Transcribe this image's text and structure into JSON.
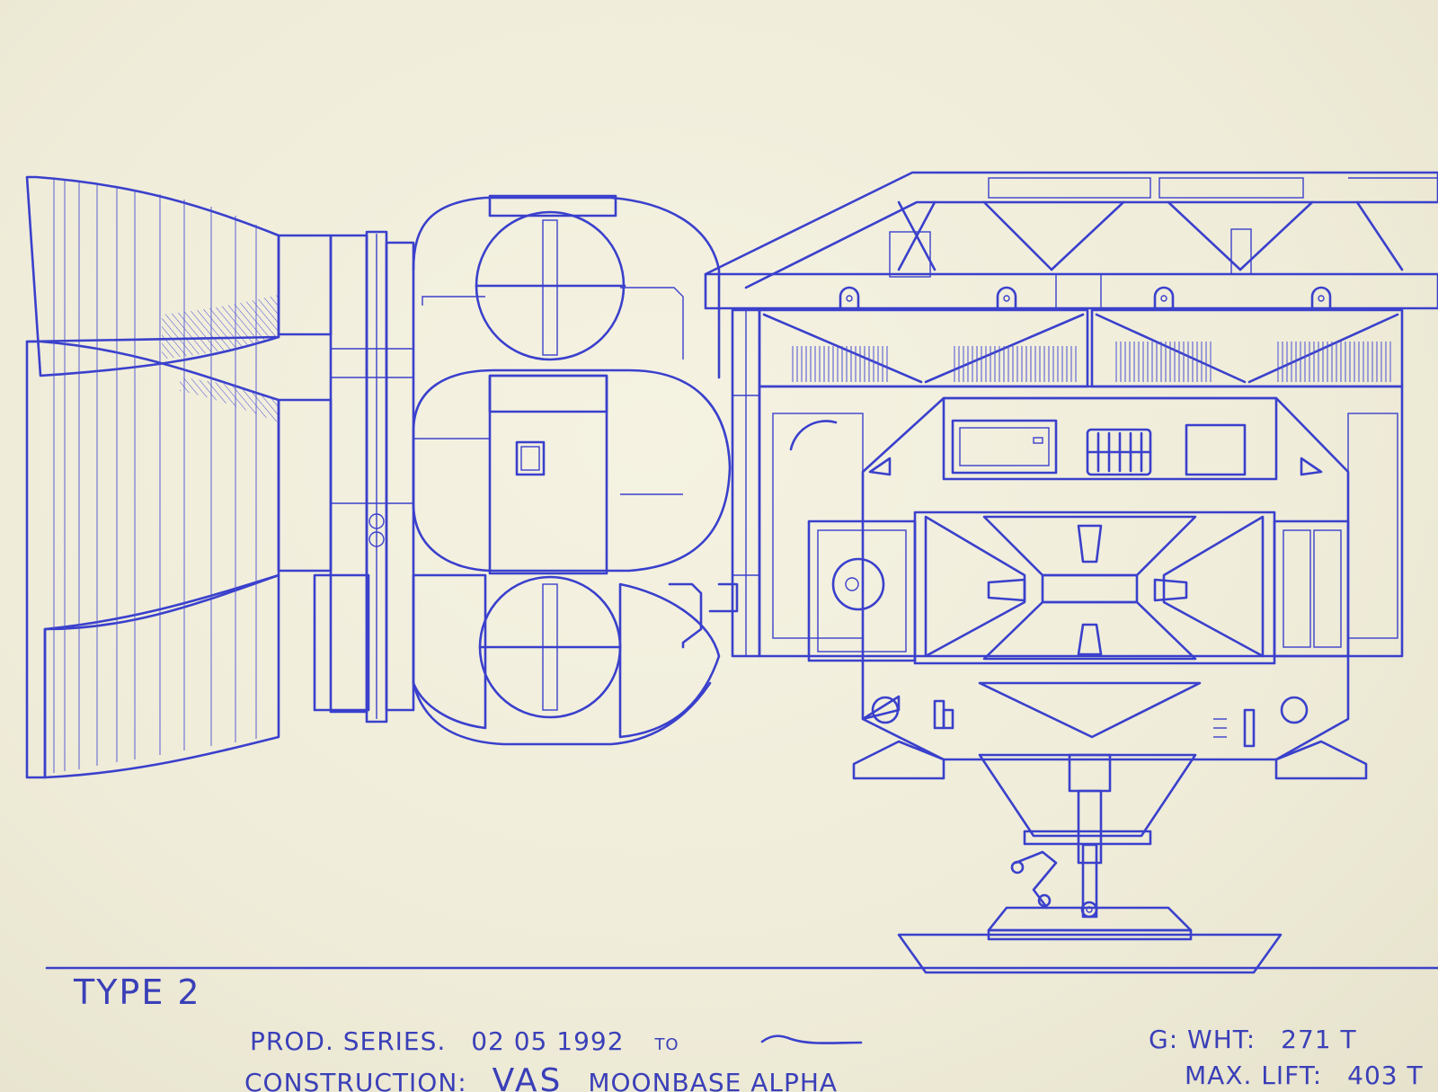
{
  "title_block": {
    "type": "TYPE 2",
    "prod_series_label": "PROD. SERIES.",
    "prod_series_dates": "02 05 1992",
    "prod_series_to": "TO",
    "construction_label": "CONSTRUCTION:",
    "construction_org": "VAS",
    "construction_site": "MOONBASE ALPHA",
    "gross_weight_label": "G: WHT:",
    "gross_weight_value": "271 T",
    "max_lift_label": "MAX. LIFT:",
    "max_lift_value": "403 T"
  },
  "colors": {
    "ink": "#3a40cc",
    "paper": "#f1eedc"
  }
}
